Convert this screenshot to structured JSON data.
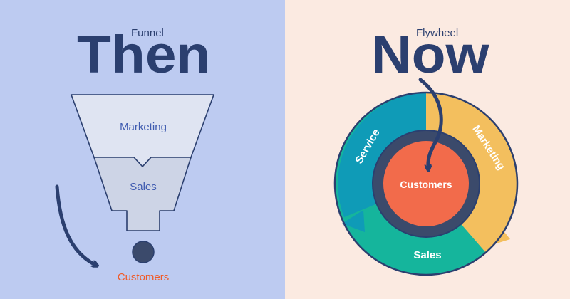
{
  "left": {
    "title": "Then",
    "subtitle": "Funnel",
    "stages": [
      "Marketing",
      "Sales"
    ],
    "result": "Customers"
  },
  "right": {
    "title": "Now",
    "subtitle": "Flywheel",
    "center": "Customers",
    "segments": [
      "Service",
      "Marketing",
      "Sales"
    ]
  },
  "colors": {
    "left_bg": "#bdcbf1",
    "right_bg": "#fbeae1",
    "navy": "#2b3f6f",
    "funnel_top": "#dfe4f2",
    "funnel_mid": "#cdd4e6",
    "funnel_label": "#3f5bb0",
    "customers_orange": "#f05a28",
    "service_teal": "#0f9bb7",
    "marketing_yellow": "#f3bf5e",
    "sales_green": "#15b59c",
    "hub_orange": "#f26b4b"
  }
}
